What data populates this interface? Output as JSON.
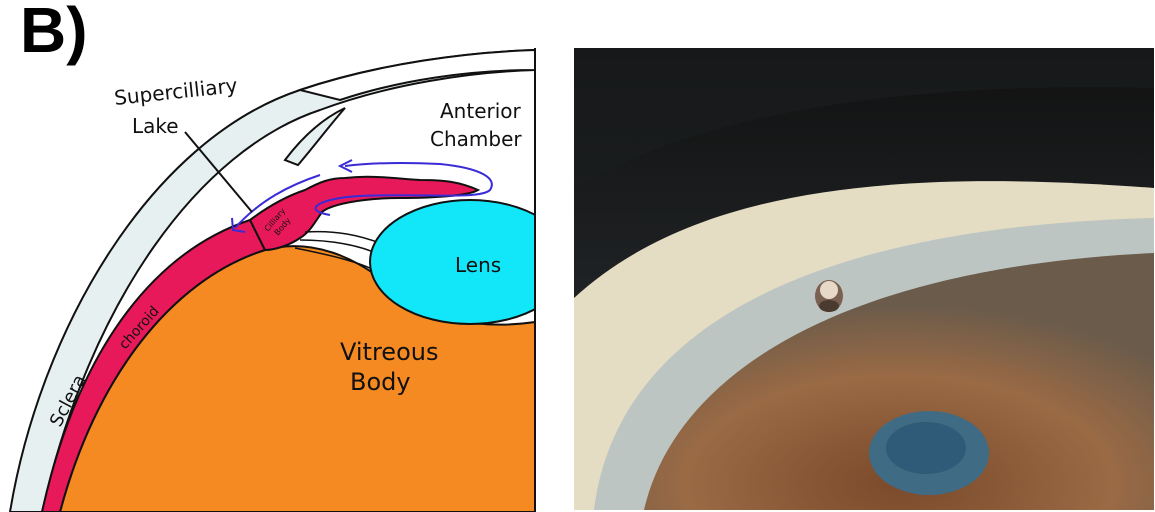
{
  "panel_label": "B)",
  "diagram": {
    "labels": {
      "supercilliary_lake_line1": "Supercilliary",
      "supercilliary_lake_line2": "Lake",
      "anterior_chamber_line1": "Anterior",
      "anterior_chamber_line2": "Chamber",
      "lens": "Lens",
      "vitreous_line1": "Vitreous",
      "vitreous_line2": "Body",
      "sclera": "Sclera",
      "choroid": "choroid",
      "ciliary_body_line1": "Cilliary",
      "ciliary_body_line2": "Body"
    },
    "colors": {
      "vitreous": "#F58A22",
      "lens": "#12E7FA",
      "choroid": "#E8195A",
      "sclera": "#E6F0F0",
      "arrow": "#3A2BD6",
      "outline": "#111111"
    }
  },
  "photo": {
    "description_icon": "slit-lamp-eye-photo"
  }
}
